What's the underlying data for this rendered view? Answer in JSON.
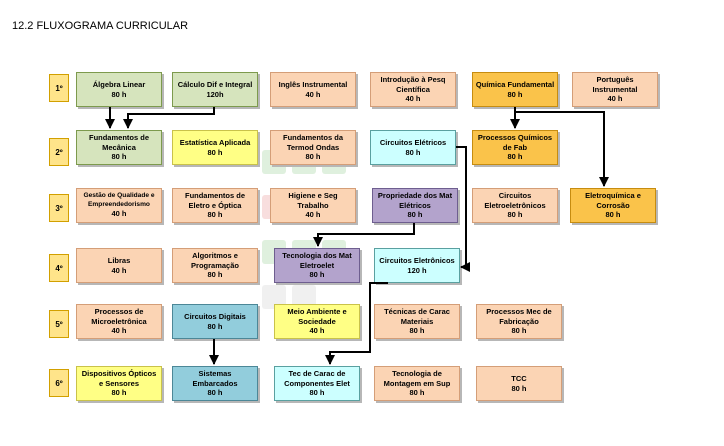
{
  "title": "12.2 FLUXOGRAMA CURRICULAR",
  "semesters": [
    "1º",
    "2º",
    "3º",
    "4º",
    "5º",
    "6º"
  ],
  "courses": {
    "algebra": {
      "name": "Álgebra Linear",
      "hours": "80 h"
    },
    "calculo": {
      "name": "Cálculo Dif e Integral",
      "hours": "120h"
    },
    "ingles": {
      "name": "Inglês Instrumental",
      "hours": "40 h"
    },
    "intro_pesq": {
      "name": "Introdução à Pesq Científica",
      "hours": "40 h"
    },
    "quimica": {
      "name": "Química Fundamental",
      "hours": "80 h"
    },
    "portugues": {
      "name": "Português Instrumental",
      "hours": "40 h"
    },
    "fund_mecanica": {
      "name": "Fundamentos de Mecânica",
      "hours": "80 h"
    },
    "estatistica": {
      "name": "Estatística Aplicada",
      "hours": "80 h"
    },
    "termod": {
      "name": "Fundamentos da Termod Ondas",
      "hours": "80 h"
    },
    "circ_eletricos": {
      "name": "Circuitos Elétricos",
      "hours": "80 h"
    },
    "proc_quimicos": {
      "name": "Processos Químicos de Fab",
      "hours": "80 h"
    },
    "gestao": {
      "name": "Gestão de Qualidade e Empreendedorismo",
      "hours": "40 h"
    },
    "eletro_optica": {
      "name": "Fundamentos de Eletro e Óptica",
      "hours": "80 h"
    },
    "higiene": {
      "name": "Higiene e Seg Trabalho",
      "hours": "40 h"
    },
    "prop_mat": {
      "name": "Propriedade dos Mat Elétricos",
      "hours": "80 h"
    },
    "circ_eletroeletr": {
      "name": "Circuitos Eletroeletrônicos",
      "hours": "80 h"
    },
    "eletroquimica": {
      "name": "Eletroquímica e Corrosão",
      "hours": "80 h"
    },
    "libras": {
      "name": "Libras",
      "hours": "40 h"
    },
    "algoritmos": {
      "name": "Algoritmos e Programação",
      "hours": "80 h"
    },
    "tec_mat": {
      "name": "Tecnologia dos Mat Eletroelet",
      "hours": "80 h"
    },
    "circ_eletronicos": {
      "name": "Circuitos Eletrônicos",
      "hours": "120 h"
    },
    "proc_micro": {
      "name": "Processos de Microeletrônica",
      "hours": "40 h"
    },
    "circ_digitais": {
      "name": "Circuitos Digitais",
      "hours": "80 h"
    },
    "meio_ambiente": {
      "name": "Meio Ambiente e Sociedade",
      "hours": "40 h"
    },
    "tecnicas_carac": {
      "name": "Técnicas de Carac Materiais",
      "hours": "80 h"
    },
    "proc_mec": {
      "name": "Processos Mec de Fabricação",
      "hours": "80 h"
    },
    "dispositivos": {
      "name": "Dispositivos Ópticos e Sensores",
      "hours": "80 h"
    },
    "sistemas_emb": {
      "name": "Sistemas Embarcados",
      "hours": "80 h"
    },
    "tec_carac_comp": {
      "name": "Tec de Carac de Componentes Elet",
      "hours": "80 h"
    },
    "tec_montagem": {
      "name": "Tecnologia de Montagem em Sup",
      "hours": "80 h"
    },
    "tcc": {
      "name": "TCC",
      "hours": "80 h"
    }
  },
  "colors": {
    "green": "#d6e4bd",
    "yellow": "#ffff85",
    "peach": "#fbd4b4",
    "orange": "#fac34a",
    "cyan": "#ccffff",
    "purple": "#b3a3cc",
    "blue": "#92cddc",
    "semester_label": "#ffe48a"
  }
}
